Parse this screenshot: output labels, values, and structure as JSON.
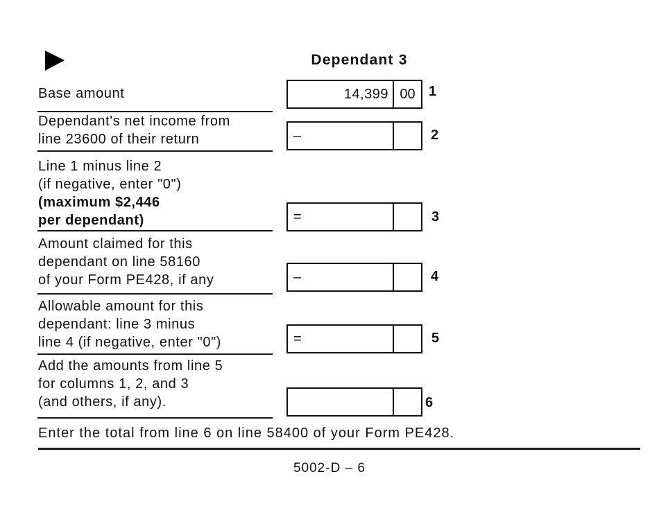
{
  "header": {
    "title": "Dependant 3"
  },
  "marker": {
    "icon": "right-triangle"
  },
  "rows": [
    {
      "num": "1",
      "lines": [
        "Base amount"
      ],
      "prefix": "",
      "amount": "14,399",
      "cents": "00"
    },
    {
      "num": "2",
      "lines": [
        "Dependant's net income from",
        "line 23600 of their return"
      ],
      "prefix": "–",
      "amount": "",
      "cents": ""
    },
    {
      "num": "3",
      "lines": [
        "Line 1 minus line 2",
        "(if negative, enter \"0\")",
        "(maximum $2,446",
        "per dependant)"
      ],
      "prefix": "=",
      "amount": "",
      "cents": ""
    },
    {
      "num": "4",
      "lines": [
        "Amount claimed for this",
        "dependant on line 58160",
        "of your Form PE428, if any"
      ],
      "prefix": "–",
      "amount": "",
      "cents": ""
    },
    {
      "num": "5",
      "lines": [
        "Allowable amount for this",
        "dependant: line 3 minus",
        "line 4 (if negative, enter \"0\")"
      ],
      "prefix": "=",
      "amount": "",
      "cents": ""
    },
    {
      "num": "6",
      "lines": [
        "Add the amounts from line 5",
        "for columns 1, 2, and 3",
        "(and others, if any)."
      ],
      "prefix": "",
      "amount": "",
      "cents": ""
    }
  ],
  "footer": {
    "note": "Enter the total from line 6 on line 58400 of your Form PE428.",
    "page_id": "5002-D – 6"
  },
  "colors": {
    "ink": "#111111",
    "paper": "#ffffff"
  }
}
